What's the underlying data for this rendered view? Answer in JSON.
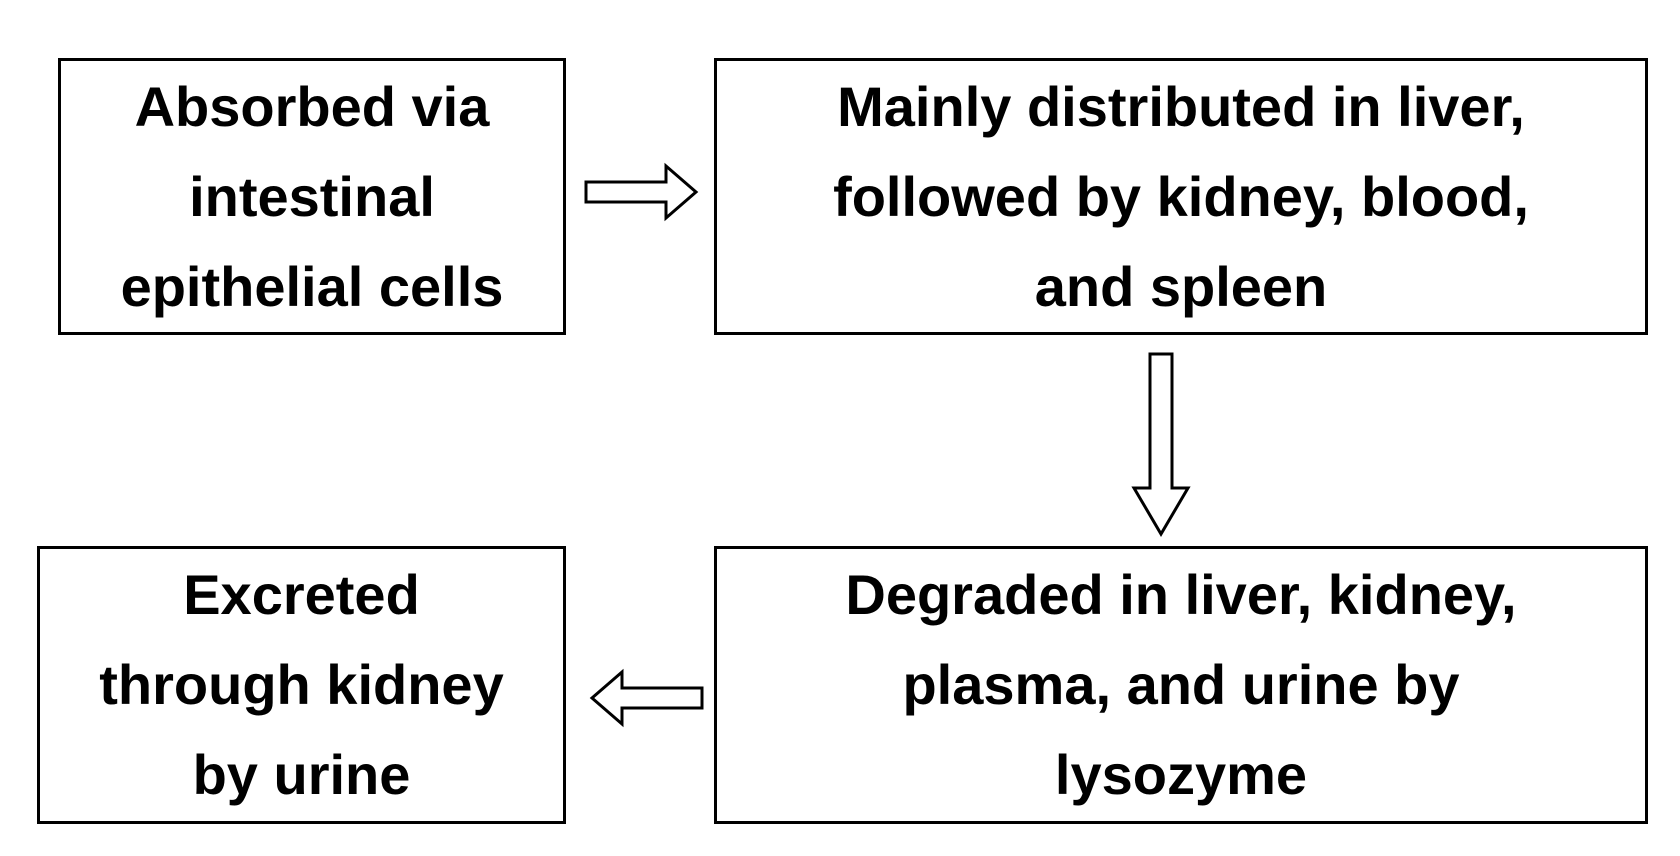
{
  "diagram": {
    "type": "flowchart",
    "boxes": {
      "absorbed": "Absorbed via\nintestinal\nepithelial cells",
      "distributed": "Mainly distributed in liver,\nfollowed by kidney, blood,\nand spleen",
      "degraded": "Degraded in liver, kidney,\nplasma, and urine by\nlysozyme",
      "excreted": "Excreted\nthrough kidney\nby urine"
    },
    "flow": [
      "absorbed",
      "distributed",
      "degraded",
      "excreted"
    ],
    "colors": {
      "border": "#000000",
      "background": "#ffffff",
      "text": "#000000"
    }
  }
}
